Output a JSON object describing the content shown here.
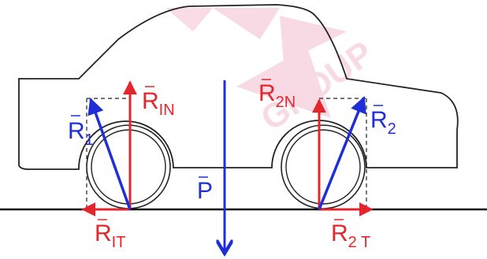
{
  "colors": {
    "red": "#e3262b",
    "blue": "#1e2fd8",
    "outline": "#222222",
    "watermark": "#d8235c"
  },
  "vectors": {
    "R1": {
      "base": "R",
      "sub": "1",
      "color": "blue"
    },
    "R1N": {
      "base": "R",
      "sub": "IN",
      "color": "red"
    },
    "R1T": {
      "base": "R",
      "sub": "IT",
      "color": "red"
    },
    "R2": {
      "base": "R",
      "sub": "2",
      "color": "blue"
    },
    "R2N": {
      "base": "R",
      "sub": "2N",
      "color": "red"
    },
    "R2T": {
      "base": "R",
      "sub": "2 T",
      "color": "red"
    },
    "P": {
      "base": "P",
      "sub": "",
      "color": "blue"
    }
  },
  "watermark_text": "GROUP"
}
